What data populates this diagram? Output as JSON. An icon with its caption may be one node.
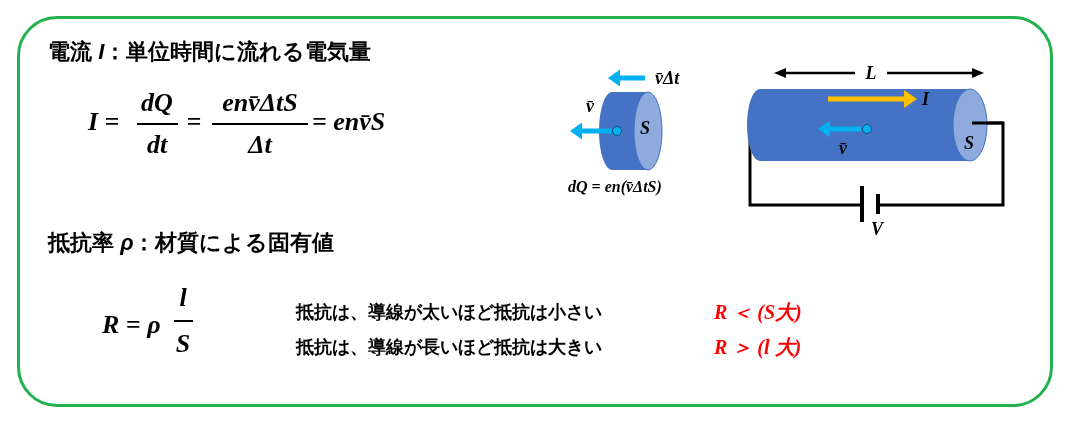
{
  "diagram": {
    "labels": [
      "電流 *I*：単位時間に流れる電気量",
      "I =",
      "dQ",
      "dt",
      "=",
      "env̄ΔtS",
      "Δt",
      "= env̄S",
      "v̄Δt",
      "v̄",
      "S",
      "dQ = en(v̄ΔtS)",
      "L",
      "I",
      "v̄",
      "S",
      "V",
      "抵抗率 *ρ*：材質による固有値",
      "R = ρ",
      "l",
      "S",
      "抵抗は、導線が太いほど抵抗は小さい",
      "R ＜ (S大)",
      "抵抗は、導線が長いほど抵抗は大きい",
      "R ＞ (l 大)"
    ]
  }
}
